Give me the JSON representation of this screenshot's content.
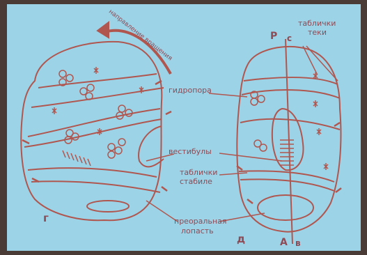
{
  "labels": {
    "rotation": "направление вращения",
    "hydropore": "гидропора",
    "vestibules": "вестибулы",
    "stable_plates_line1": "таблички",
    "stable_plates_line2": "стабиле",
    "preoral_line1": "преоральная",
    "preoral_line2": "лопасть",
    "top_plates_line1": "таблички",
    "top_plates_line2": "теки",
    "left_letter": "г",
    "right_letter": "д",
    "axis_top": "Р",
    "axis_top_right": "с",
    "axis_bottom": "А",
    "axis_bottom_right": "в"
  },
  "colors": {
    "slide_background": "#9cd3e6",
    "drawing": "#b0564f",
    "frame": "#4a3b36"
  }
}
